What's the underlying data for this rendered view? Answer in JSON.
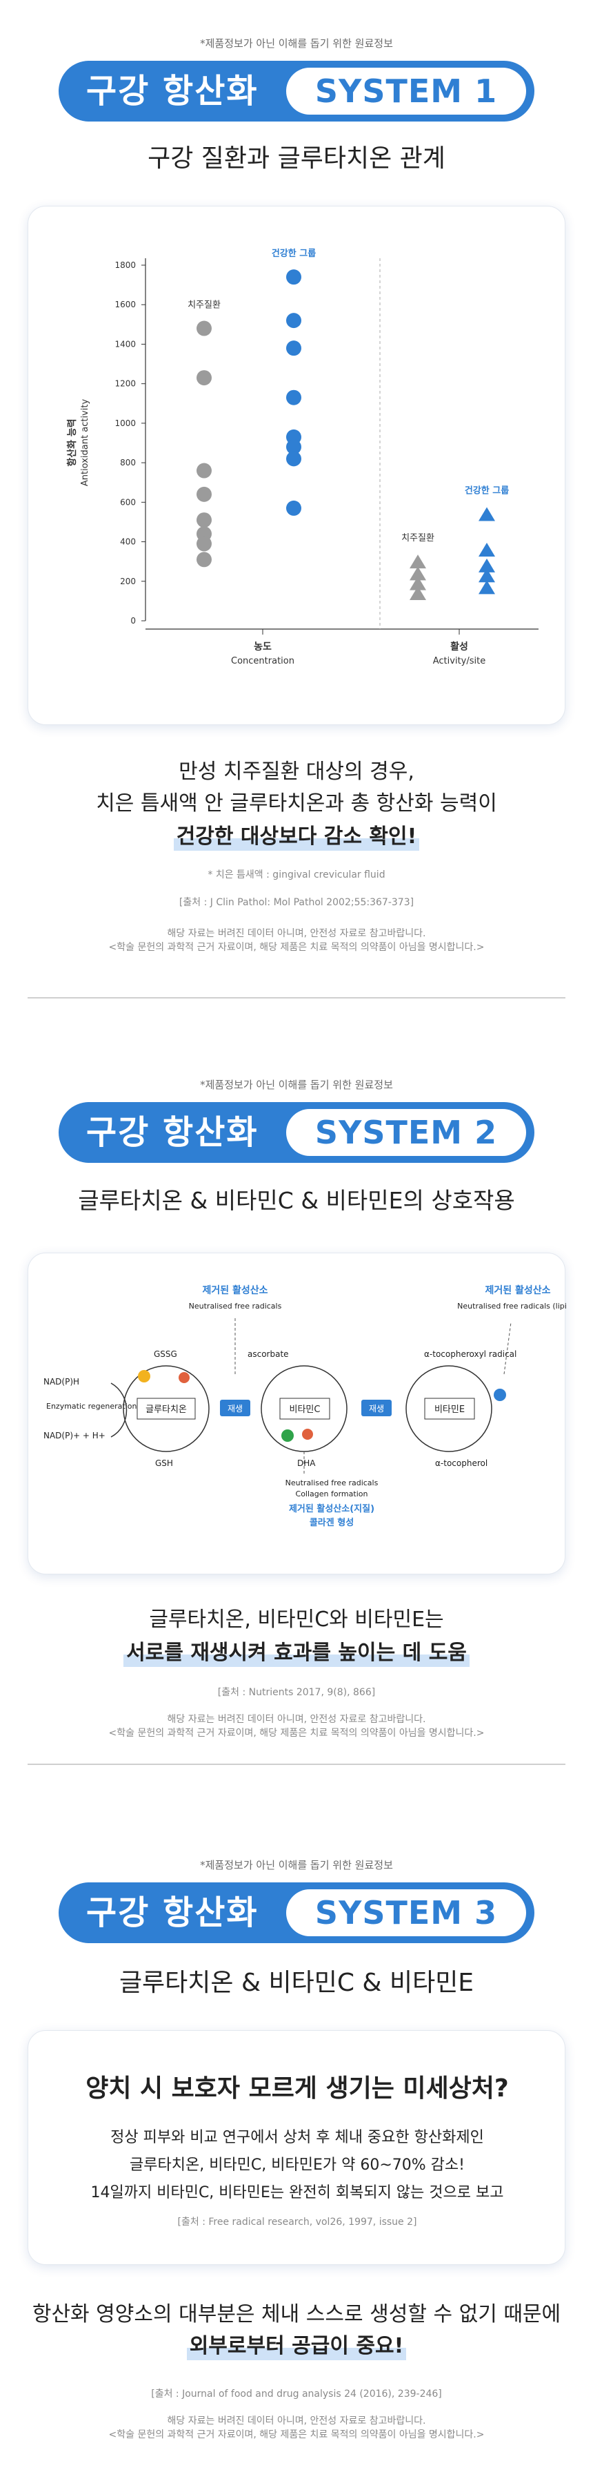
{
  "sections": [
    {
      "note": "*제품정보가 아닌 이해를 돕기 위한 원료정보",
      "pill_left": "구강 항산화",
      "pill_right": "SYSTEM 1",
      "subtitle": "구강 질환과 글루타치온 관계",
      "body_line1": "만성 치주질환 대상의 경우,",
      "body_line2": "치은 틈새액 안 글루타치온과 총 항산화 능력이",
      "highlight": "건강한 대상보다 감소 확인!",
      "footnote": "* 치은 틈새액 : gingival crevicular fluid",
      "source": "[출처 : J Clin Pathol: Mol Pathol 2002;55:367-373]",
      "disclaimer1": "해당 자료는 버려진 데이터 아니며, 안전성 자료로 참고바랍니다.",
      "disclaimer2": "<학술 문헌의 과학적 근거 자료이며, 해당 제품은 치료 목적의 의약품이 아님을 명시합니다.>"
    },
    {
      "note": "*제품정보가 아닌 이해를 돕기 위한 원료정보",
      "pill_left": "구강 항산화",
      "pill_right": "SYSTEM 2",
      "subtitle": "글루타치온 & 비타민C & 비타민E의 상호작용",
      "body_line1": "글루타치온, 비타민C와 비타민E는",
      "highlight": "서로를 재생시켜 효과를 높이는 데 도움",
      "source": "[출처 : Nutrients 2017, 9(8), 866]",
      "disclaimer1": "해당 자료는 버려진 데이터 아니며, 안전성 자료로 참고바랍니다.",
      "disclaimer2": "<학술 문헌의 과학적 근거 자료이며, 해당 제품은 치료 목적의 의약품이 아님을 명시합니다.>"
    },
    {
      "note": "*제품정보가 아닌 이해를 돕기 위한 원료정보",
      "pill_left": "구강 항산화",
      "pill_right": "SYSTEM 3",
      "subtitle": "글루타치온 & 비타민C & 비타민E",
      "card_title": "양치 시 보호자 모르게 생기는 미세상처?",
      "card_line1": "정상 피부와 비교 연구에서 상처 후 체내 중요한 항산화제인",
      "card_line2": "글루타치온, 비타민C, 비타민E가 약 60~70% 감소!",
      "card_line3": "14일까지 비타민C, 비타민E는 완전히 회복되지 않는 것으로 보고",
      "card_source": "[출처 : Free radical research, vol26, 1997, issue 2]",
      "body_line1": "항산화 영양소의 대부분은 체내 스스로 생성할 수 없기 때문에",
      "highlight": "외부로부터 공급이 중요!",
      "source": "[출처 : Journal of food and drug analysis 24 (2016), 239-246]",
      "disclaimer1": "해당 자료는 버려진 데이터 아니며, 안전성 자료로 참고바랍니다.",
      "disclaimer2": "<학술 문헌의 과학적 근거 자료이며, 해당 제품은 치료 목적의 의약품이 아님을 명시합니다.>"
    }
  ],
  "chart_data": {
    "type": "scatter",
    "ylabel_ko": "항산화 능력",
    "ylabel_en": "Antioxidant activity",
    "yticks": [
      "0",
      "200",
      "400",
      "600",
      "800",
      "1000",
      "1200",
      "1400",
      "1600",
      "1800"
    ],
    "ylim": [
      0,
      1800
    ],
    "panels": [
      {
        "label_ko": "농도",
        "label_en": "Concentration",
        "series": [
          {
            "name": "치주질환",
            "color": "#9b9b9b",
            "marker": "circle",
            "values": [
              1480,
              1230,
              760,
              640,
              510,
              440,
              390,
              310
            ]
          },
          {
            "name": "건강한 그룹",
            "color": "#2f7fd3",
            "marker": "circle",
            "values": [
              1740,
              1520,
              1380,
              1130,
              930,
              880,
              820,
              570
            ]
          }
        ]
      },
      {
        "label_ko": "활성",
        "label_en": "Activity/site",
        "series": [
          {
            "name": "치주질환",
            "color": "#9b9b9b",
            "marker": "triangle",
            "values": [
              300,
              240,
              190,
              140
            ]
          },
          {
            "name": "건강한 그룹",
            "color": "#2f7fd3",
            "marker": "triangle",
            "values": [
              540,
              360,
              280,
              230,
              170
            ]
          }
        ]
      }
    ]
  },
  "diagram": {
    "top_left_label": "제거된 활성산소",
    "top_left_sub": "Neutralised free radicals",
    "top_right_label": "제거된 활성산소",
    "top_right_sub": "Neutralised free radicals (lipids)",
    "bottom_label_en1": "Neutralised free radicals",
    "bottom_label_en2": "Collagen formation",
    "bottom_label_ko1": "제거된 활성산소(지질)",
    "bottom_label_ko2": "콜라겐 형성",
    "nadph": "NAD(P)H",
    "enzymatic": "Enzymatic regeneration",
    "nadp": "NAD(P)+ + H+",
    "gssg": "GSSG",
    "gsh": "GSH",
    "ascorbate": "ascorbate",
    "dha": "DHA",
    "toco_radical": "α-tocopheroxyl radical",
    "toco": "α-tocopherol",
    "box_glutathione": "글루타치온",
    "box_vitc": "비타민C",
    "box_vite": "비타민E",
    "regen1": "재생",
    "regen2": "재생"
  }
}
